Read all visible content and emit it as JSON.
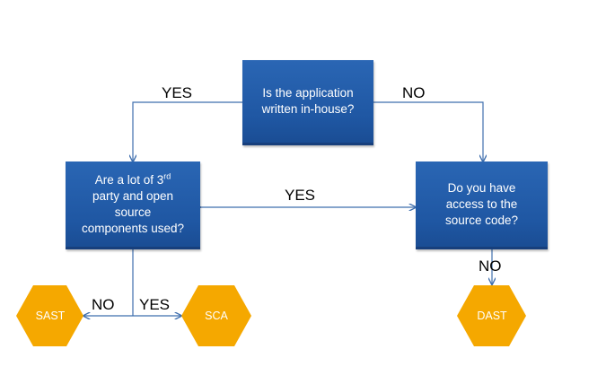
{
  "diagram": {
    "q_inhouse": {
      "line1": "Is the application",
      "line2": "written in-house?"
    },
    "q_third_party": {
      "line1_pre": "Are a lot of 3",
      "line1_sup": "rd",
      "line2": "party and open",
      "line3": "source",
      "line4": "components used?"
    },
    "q_source_access": {
      "line1": "Do you have",
      "line2": "access to the",
      "line3": "source code?"
    },
    "labels": {
      "yes_top": "YES",
      "no_top": "NO",
      "yes_middle": "YES",
      "no_right": "NO",
      "no_bottom": "NO",
      "yes_bottom": "YES"
    },
    "outcomes": {
      "sast": "SAST",
      "sca": "SCA",
      "dast": "DAST"
    },
    "colors": {
      "box": "#1f57a3",
      "hexagon": "#f5a800",
      "connector": "#3f6fae"
    }
  }
}
